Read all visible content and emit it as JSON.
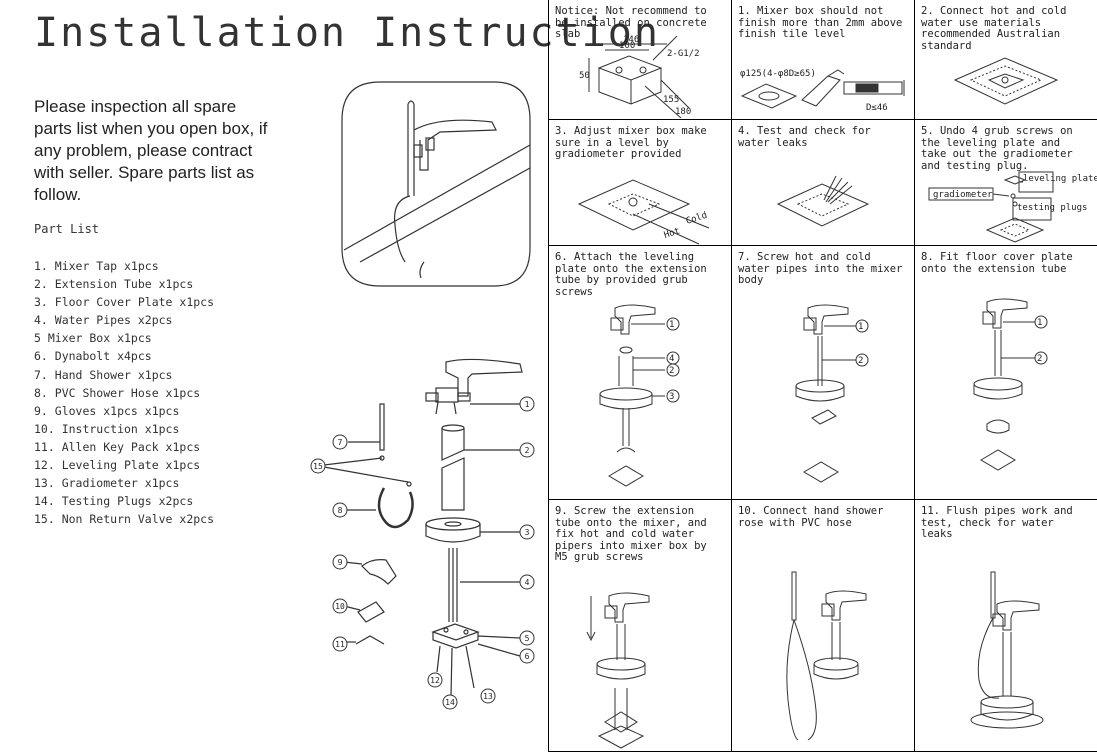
{
  "title": "Installation Instruction",
  "intro": "Please inspection all spare parts list when you open box, if any problem, please contract with seller. Spare parts list as follow.",
  "part_list_title": "Part List",
  "parts": [
    "1. Mixer Tap x1pcs",
    "2. Extension Tube x1pcs",
    "3. Floor Cover Plate x1pcs",
    "4. Water Pipes x2pcs",
    "5 Mixer Box x1pcs",
    "6. Dynabolt x4pcs",
    "7. Hand Shower x1pcs",
    "8. PVC Shower Hose x1pcs",
    "9. Gloves x1pcs x1pcs",
    "10. Instruction x1pcs",
    "11. Allen Key Pack x1pcs",
    "12. Leveling Plate x1pcs",
    "13. Gradiometer x1pcs",
    "14. Testing Plugs x2pcs",
    "15. Non Return Valve x2pcs"
  ],
  "exploded_callouts": [
    "1",
    "2",
    "3",
    "4",
    "5",
    "6",
    "7",
    "8",
    "9",
    "10",
    "11",
    "12",
    "13",
    "14",
    "15"
  ],
  "steps": {
    "notice": "Notice: Not recommend to be installed on concrete slab",
    "s1": "1.  Mixer box should not finish more than 2mm above finish tile level",
    "s2": "2.  Connect hot and cold water use materials recommended Australian standard",
    "s3": "3.  Adjust mixer box make sure in a level by gradiometer provided",
    "s4": "4.  Test and check for water leaks",
    "s5": "5.  Undo 4 grub screws on the leveling plate and take out the gradiometer and testing plug.",
    "s6": "6. Attach the leveling plate onto the extension tube by provided grub screws",
    "s7": "7. Screw hot and cold water pipes into the mixer body",
    "s8": "8. Fit floor cover plate onto the extension tube",
    "s9": "9. Screw the extension tube onto the mixer, and fix hot and cold water pipers into mixer box by M5 grub screws",
    "s10": "10.  Connect hand shower rose with PVC hose",
    "s11": "11.  Flush pipes work and test, check for water leaks"
  },
  "dims": {
    "d146": "146",
    "d100": "100",
    "d50": "50",
    "d155": "155",
    "d180": "180",
    "thread": "2-G1/2",
    "hole": "φ125(4-φ8D≥65)",
    "depth": "D≤46"
  },
  "labels": {
    "cold": "Cold",
    "hot": "Hot",
    "gradiometer": "gradiometer",
    "leveling_plate": "leveling plate",
    "testing_plugs": "testing plugs",
    "c1": "①",
    "c2": "②",
    "c3": "③",
    "c4": "④"
  }
}
